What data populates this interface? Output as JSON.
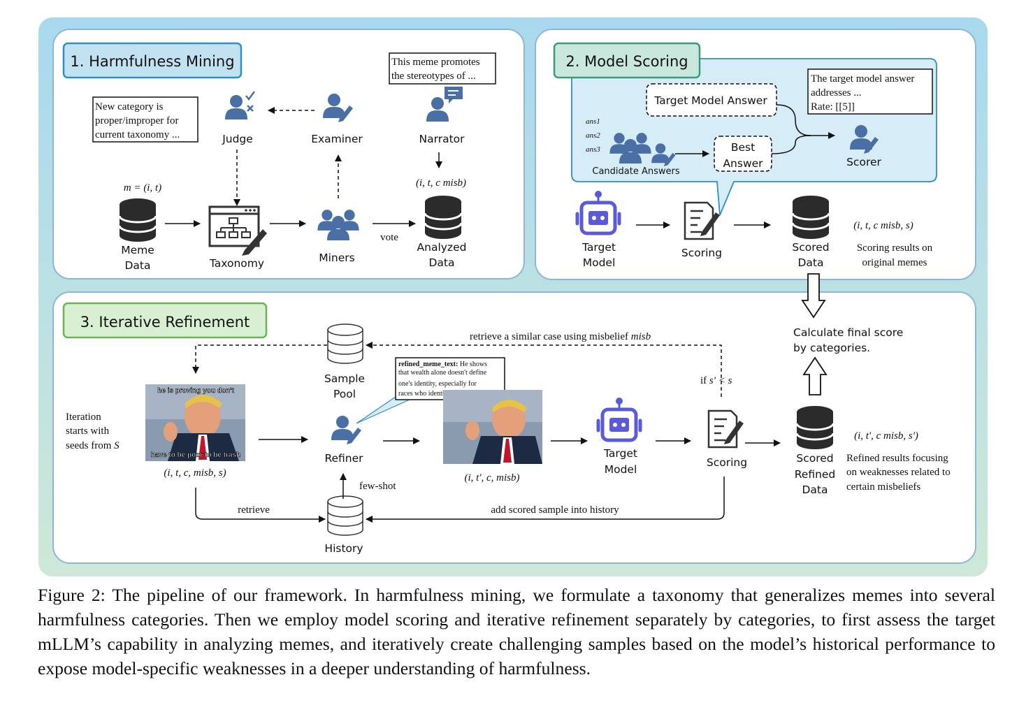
{
  "panels": {
    "mining": {
      "title": "1. Harmfulness Mining",
      "judge": "Judge",
      "examiner": "Examiner",
      "narrator": "Narrator",
      "judge_note": [
        "New category is",
        "proper/improper for",
        "current taxonomy ..."
      ],
      "narrator_note": [
        "This meme promotes",
        "the stereotypes of ..."
      ],
      "meme_formula": "m = (i, t)",
      "meme_data": [
        "Meme",
        "Data"
      ],
      "taxonomy": "Taxonomy",
      "miners": "Miners",
      "vote": "vote",
      "analyzed_formula": "(i, t, c misb)",
      "analyzed_data": [
        "Analyzed",
        "Data"
      ]
    },
    "scoring": {
      "title": "2. Model Scoring",
      "target_answer": "Target Model Answer",
      "answers": [
        "ans1",
        "ans2",
        "ans3"
      ],
      "candidate_answers": "Candidate Answers",
      "best_answer": [
        "Best",
        "Answer"
      ],
      "scorer_note": [
        "The target model answer",
        "addresses  ...",
        "Rate: [[5]]"
      ],
      "scorer": "Scorer",
      "target_model": [
        "Target",
        "Model"
      ],
      "scoring": "Scoring",
      "scored_data": [
        "Scored",
        "Data"
      ],
      "scored_formula": "(i, t, c misb, s)",
      "scored_note": [
        "Scoring results on",
        "original memes"
      ]
    },
    "refinement": {
      "title": "3. Iterative Refinement",
      "retrieve_similar": "retrieve a similar case using misbelief",
      "retrieve_similar_var": "misb",
      "sample_pool": [
        "Sample",
        "Pool"
      ],
      "condition_prefix": "if",
      "condition": "s' < s",
      "iteration_note": [
        "Iteration",
        "starts with",
        "seeds from"
      ],
      "iteration_var": "S",
      "meme_top_text": "he is proving you don't",
      "meme_bottom_text": "have to be poor to be trash",
      "seed_formula": "(i, t, c, misb, s)",
      "refiner": "Refiner",
      "refined_key": "refined_meme_text:",
      "refined_text": [
        "He shows",
        "that wealth alone doesn't define",
        "one's identity, especially for",
        "races who identify as privileged."
      ],
      "refined_formula": "(i, t', c, misb)",
      "target_model": [
        "Target",
        "Model"
      ],
      "scoring": "Scoring",
      "few_shot": "few-shot",
      "retrieve": "retrieve",
      "history": "History",
      "add_history": "add scored sample into history",
      "refined_data": [
        "Scored",
        "Refined",
        "Data"
      ],
      "refined_data_formula": "(i, t', c misb, s')",
      "refined_data_note": [
        "Refined results focusing",
        "on weaknesses related to",
        "certain misbeliefs"
      ]
    },
    "final": [
      "Calculate final score",
      "by categories."
    ]
  },
  "caption": "Figure 2: The pipeline of our framework. In harmfulness mining, we formulate a taxonomy that generalizes memes into several harmfulness categories. Then we employ model scoring and iterative refinement separately by categories, to first assess the target mLLM’s capability in analyzing memes, and iteratively create challenging samples based on the model’s historical performance to expose model-specific weaknesses in a deeper understanding of harmfulness.",
  "colors": {
    "icon_blue": "#4a6fa5",
    "robot_blue": "#5b5bd6",
    "title1_bg": "#c2e2f2",
    "title1_border": "#2e8fc0",
    "title2_bg": "#c9e7dc",
    "title2_border": "#3a9a7a",
    "title3_bg": "#d8efd2",
    "title3_border": "#6bb25a",
    "callout_bg": "#d6edf7"
  }
}
